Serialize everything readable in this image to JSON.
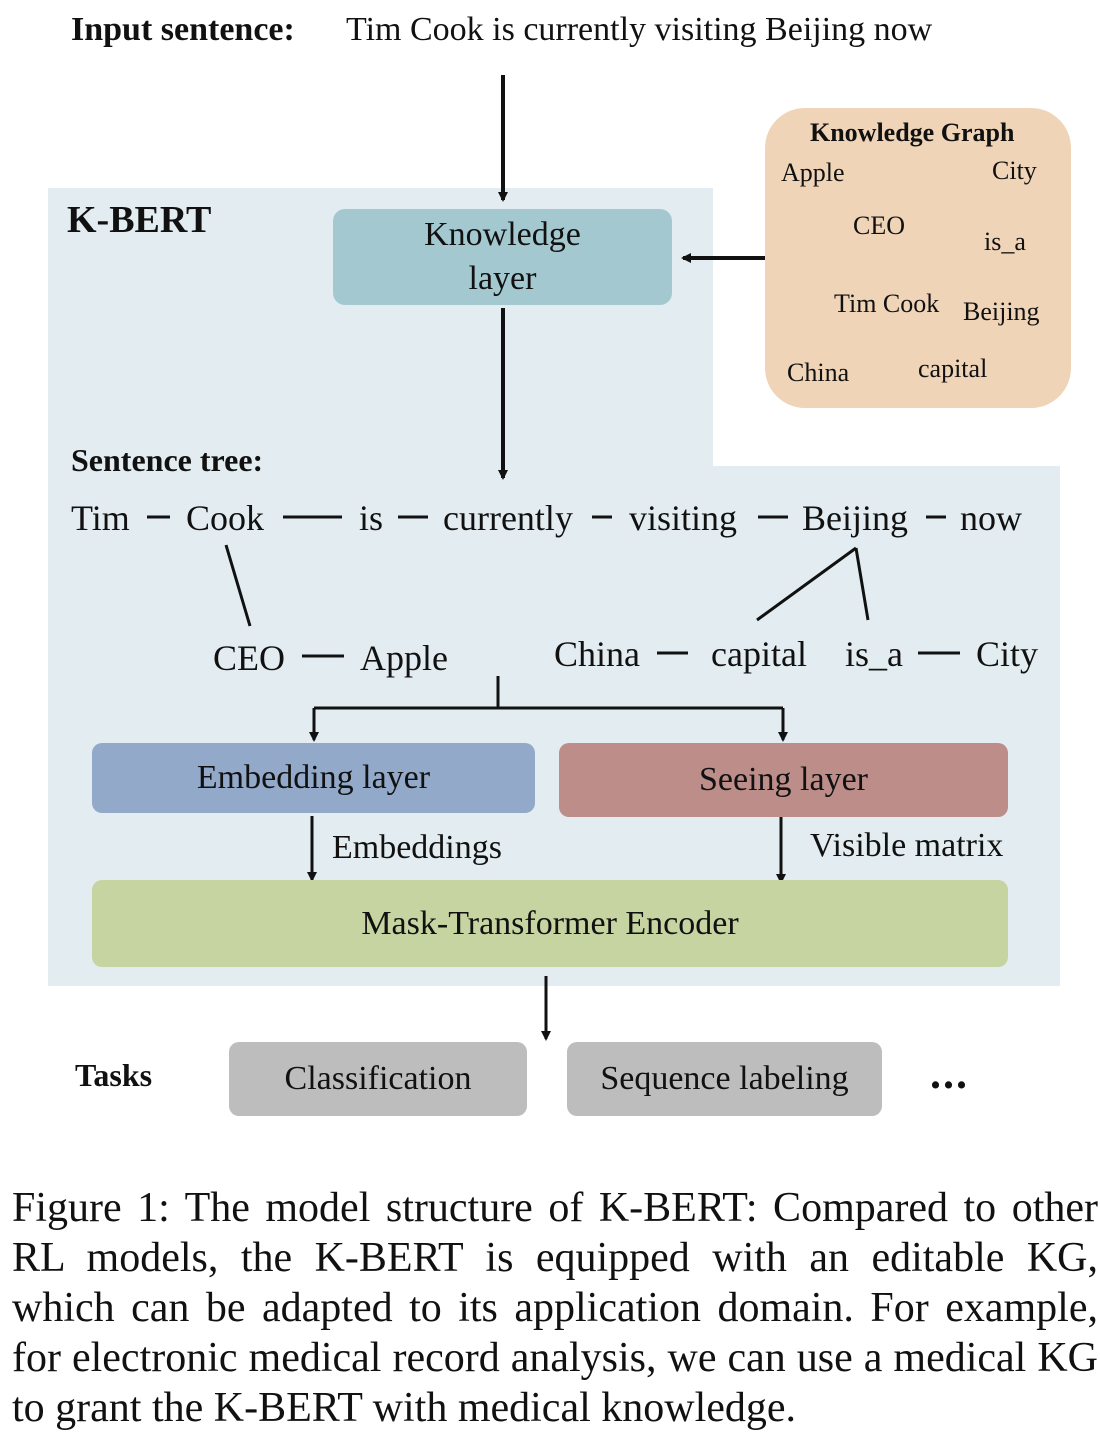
{
  "header": {
    "input_label": "Input sentence:",
    "input_sentence": "Tim Cook is currently visiting Beijing now"
  },
  "kbert": {
    "title": "K-BERT",
    "knowledge_layer": [
      "Knowledge",
      "layer"
    ],
    "embedding_layer": "Embedding layer",
    "seeing_layer": "Seeing layer",
    "embeddings_label": "Embeddings",
    "visible_matrix_label": "Visible matrix",
    "encoder": "Mask-Transformer Encoder"
  },
  "knowledge_graph": {
    "title": "Knowledge Graph",
    "nodes": {
      "apple": "Apple",
      "city": "City",
      "ceo": "CEO",
      "is_a": "is_a",
      "tim_cook": "Tim Cook",
      "beijing": "Beijing",
      "china": "China",
      "capital": "capital"
    }
  },
  "sentence_tree": {
    "label": "Sentence tree:",
    "tokens": {
      "tim": "Tim",
      "cook": "Cook",
      "is": "is",
      "currently": "currently",
      "visiting": "visiting",
      "beijing": "Beijing",
      "now": "now"
    },
    "branches": {
      "ceo": "CEO",
      "apple": "Apple",
      "china": "China",
      "capital": "capital",
      "is_a": "is_a",
      "city": "City"
    }
  },
  "tasks": {
    "label": "Tasks",
    "items": [
      "Classification",
      "Sequence labeling"
    ],
    "more": "..."
  },
  "caption": "Figure 1: The model structure of K-BERT: Compared to other RL models, the K-BERT is equipped with an editable KG, which can be adapted to its application domain. For example, for electronic medical record analysis, we can use a medical KG to grant the K-BERT with medical knowledge.",
  "colors": {
    "kbert_background": "#e3edf1",
    "knowledge_layer": "#a3c8cf",
    "knowledge_graph": "#efd4b7",
    "embedding_layer": "#93a9c9",
    "seeing_layer": "#bd8d8a",
    "encoder": "#c5d4a0",
    "task_box": "#bdbdbd"
  }
}
